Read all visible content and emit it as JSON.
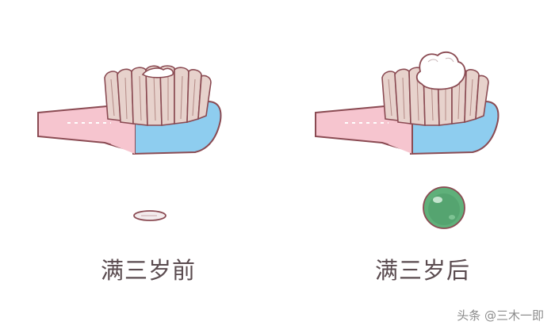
{
  "panels": {
    "before": {
      "caption": "满三岁前",
      "toothpaste_amount": "rice-grain",
      "handle_color": "#f6c5cf",
      "head_color": "#8ecdef",
      "paste_color": "#f3eced"
    },
    "after": {
      "caption": "满三岁后",
      "toothpaste_amount": "pea-size",
      "handle_color": "#f6c5cf",
      "head_color": "#8ecdef",
      "paste_color": "#5fb07a"
    }
  },
  "watermark": "头条 @三木一即",
  "colors": {
    "outline": "#8a4a52",
    "bristle": "#e7d2cc",
    "caption": "#5a4b4f"
  }
}
